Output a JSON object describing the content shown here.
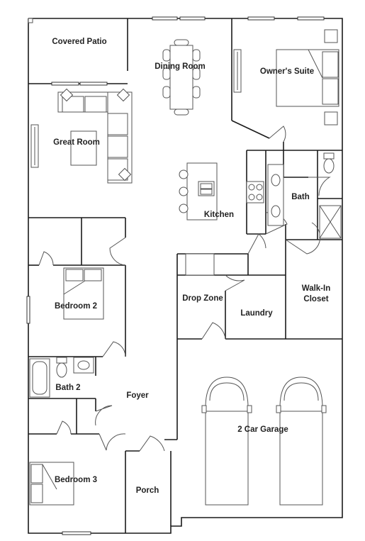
{
  "rooms": {
    "covered_patio": "Covered Patio",
    "dining_room": "Dining Room",
    "owners_suite": "Owner's Suite",
    "great_room": "Great Room",
    "kitchen": "Kitchen",
    "bath": "Bath",
    "bedroom_2": "Bedroom 2",
    "drop_zone": "Drop Zone",
    "laundry": "Laundry",
    "walk_in_closet_line1": "Walk-In",
    "walk_in_closet_line2": "Closet",
    "bath_2": "Bath 2",
    "foyer": "Foyer",
    "garage": "2 Car Garage",
    "bedroom_3": "Bedroom 3",
    "porch": "Porch"
  }
}
